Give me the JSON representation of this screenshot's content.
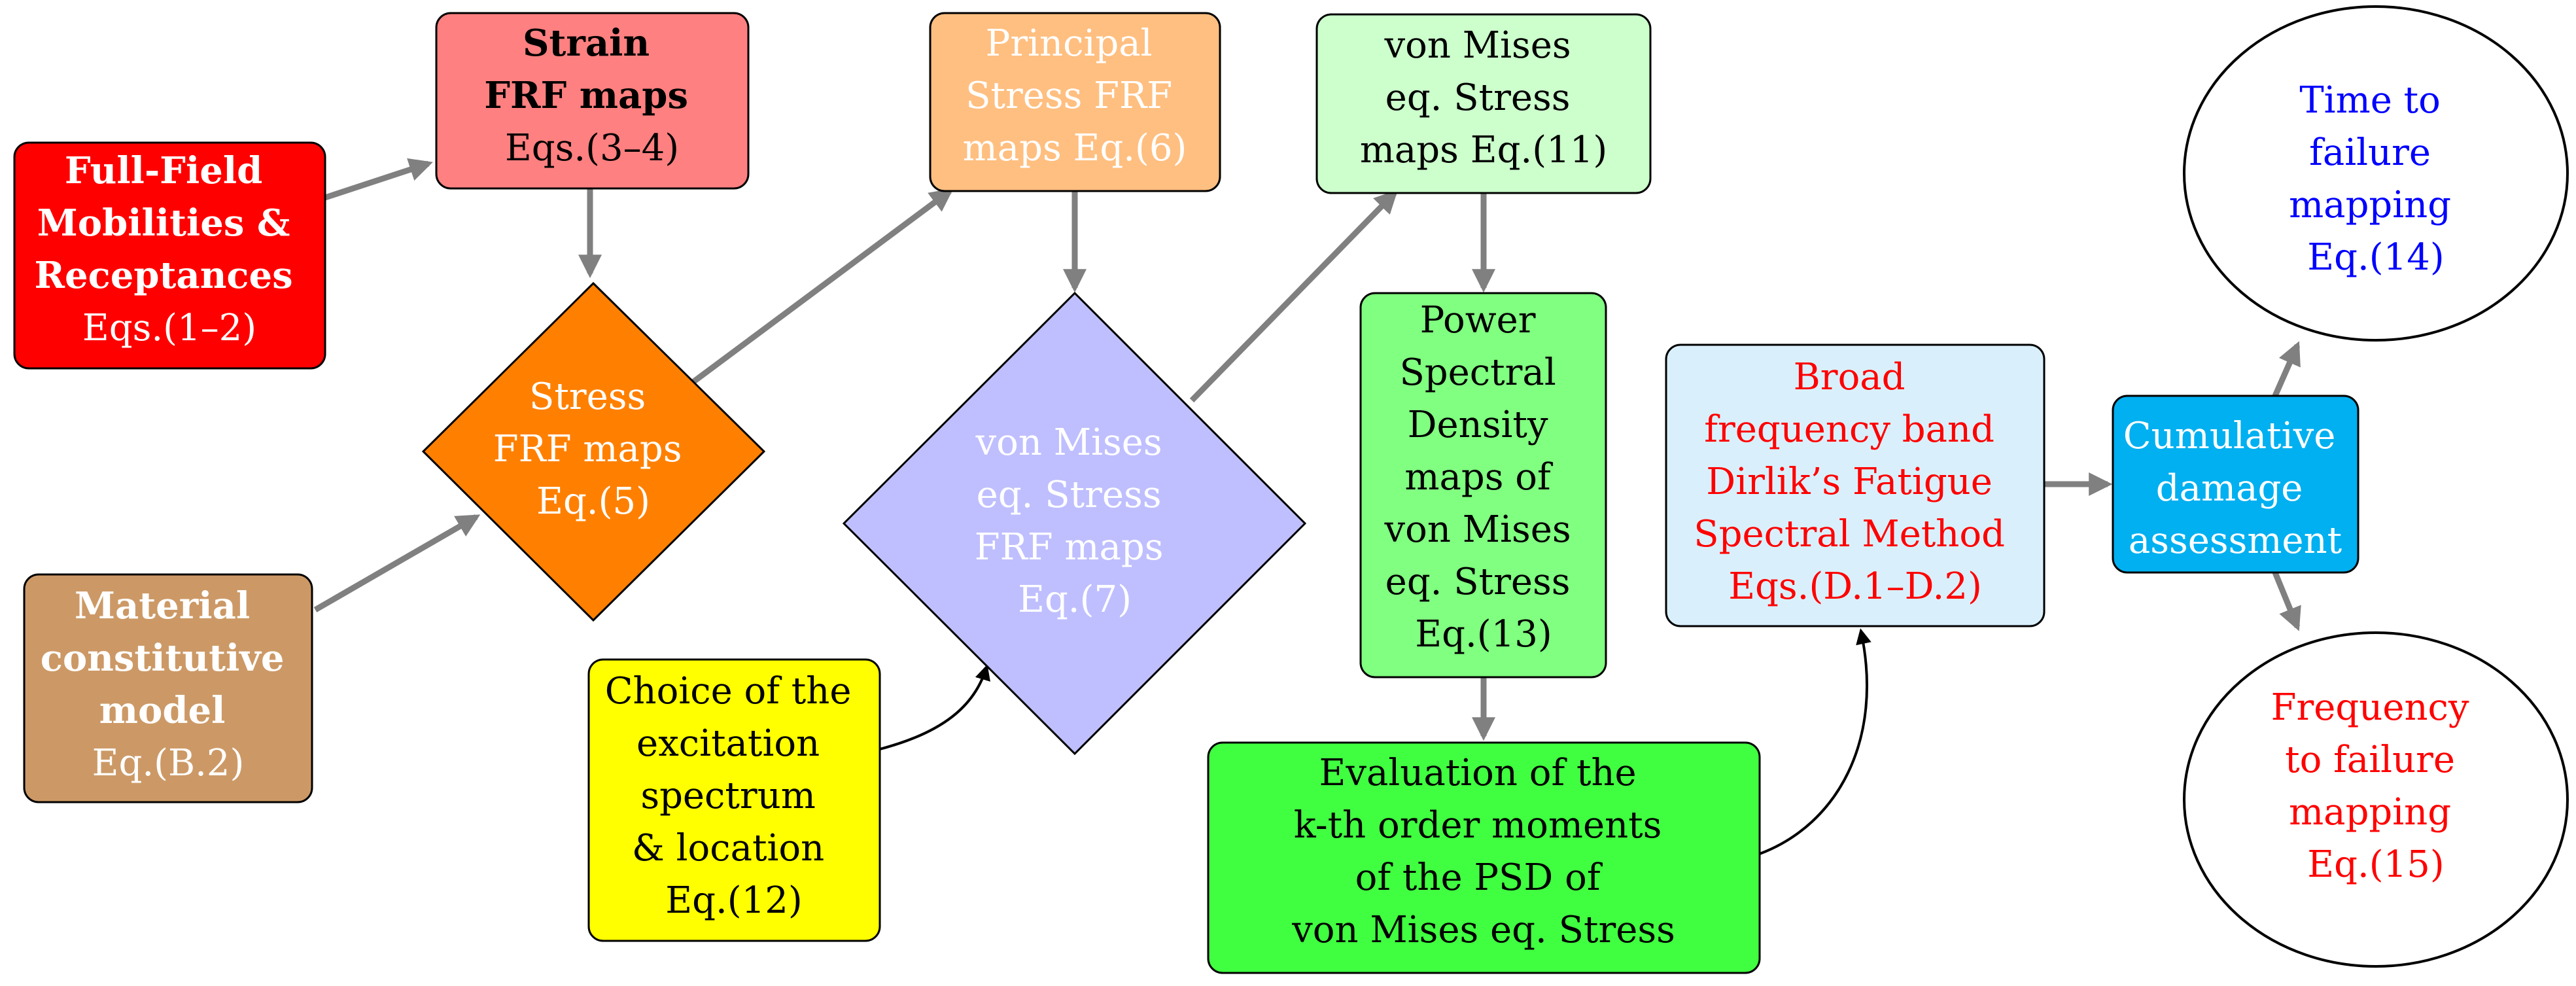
{
  "nodes": {
    "fullfield": {
      "lines": [
        "Full-Field",
        "Mobilities &",
        "Receptances",
        "Eqs.(1–2)"
      ]
    },
    "strain": {
      "lines": [
        "Strain",
        "FRF maps",
        "Eqs.(3–4)"
      ]
    },
    "stress": {
      "lines": [
        "Stress",
        "FRF maps",
        "Eq.(5)"
      ]
    },
    "material": {
      "lines": [
        "Material",
        "constitutive",
        "model",
        "Eq.(B.2)"
      ]
    },
    "principal": {
      "lines": [
        "Principal",
        "Stress FRF",
        "maps Eq.(6)"
      ]
    },
    "vmfrf": {
      "lines": [
        "von Mises",
        "eq. Stress",
        "FRF maps",
        "Eq.(7)"
      ]
    },
    "choice": {
      "lines": [
        "Choice of the",
        "excitation",
        "spectrum",
        "& location",
        "Eq.(12)"
      ]
    },
    "vmmaps": {
      "lines": [
        "von Mises",
        "eq. Stress",
        "maps Eq.(11)"
      ]
    },
    "psd": {
      "lines": [
        "Power",
        "Spectral",
        "Density",
        "maps of",
        "von Mises",
        "eq. Stress",
        "Eq.(13)"
      ]
    },
    "moments": {
      "lines": [
        "Evaluation of the",
        "k-th order moments",
        "of the PSD of",
        "von Mises eq. Stress"
      ]
    },
    "dirlik": {
      "lines": [
        "Broad",
        "frequency band",
        "Dirlik’s Fatigue",
        "Spectral Method",
        "Eqs.(D.1–D.2)"
      ]
    },
    "cumulative": {
      "lines": [
        "Cumulative",
        "damage",
        "assessment"
      ]
    },
    "ttf": {
      "lines": [
        "Time to",
        "failure",
        "mapping",
        "Eq.(14)"
      ]
    },
    "ftf": {
      "lines": [
        "Frequency",
        "to failure",
        "mapping",
        "Eq.(15)"
      ]
    }
  },
  "colors": {
    "fullfield": "#ff0000",
    "strain": "#ff8080",
    "stress": "#ff8000",
    "material": "#cc9966",
    "principal": "#ffbf80",
    "vmfrf": "#bfbfff",
    "choice": "#ffff00",
    "vmmaps": "#ccffcc",
    "psd": "#80ff80",
    "moments": "#40ff40",
    "dirlik": "#d9f0fc",
    "cumulative": "#00b0f0",
    "ttf": "#ffffff",
    "ftf": "#ffffff",
    "arrow": "#808080",
    "text_red": "#ff0000",
    "text_blue": "#0000ff"
  }
}
